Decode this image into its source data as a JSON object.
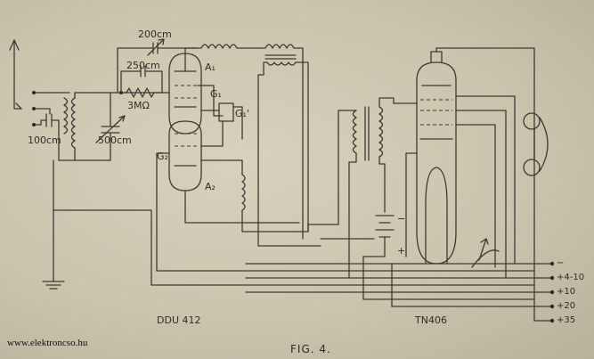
{
  "components": {
    "cap_top": "200cm",
    "cap_grid": "250cm",
    "resistor_grid": "3MΩ",
    "cap_antenna": "100cm",
    "cap_tuning": "500cm"
  },
  "tube1": {
    "label": "DDU 412",
    "anode1": "A₁",
    "grid1": "G₁",
    "grid1_prime": "G₁'",
    "grid2": "G₂",
    "anode2": "A₂"
  },
  "tube2": {
    "label": "TN406"
  },
  "battery": {
    "minus": "−",
    "plus": "+"
  },
  "terminals": [
    "−",
    "+4-10",
    "+10",
    "+20",
    "+35"
  ],
  "caption": "FIG. 4.",
  "watermark": "www.elektroncso.hu"
}
